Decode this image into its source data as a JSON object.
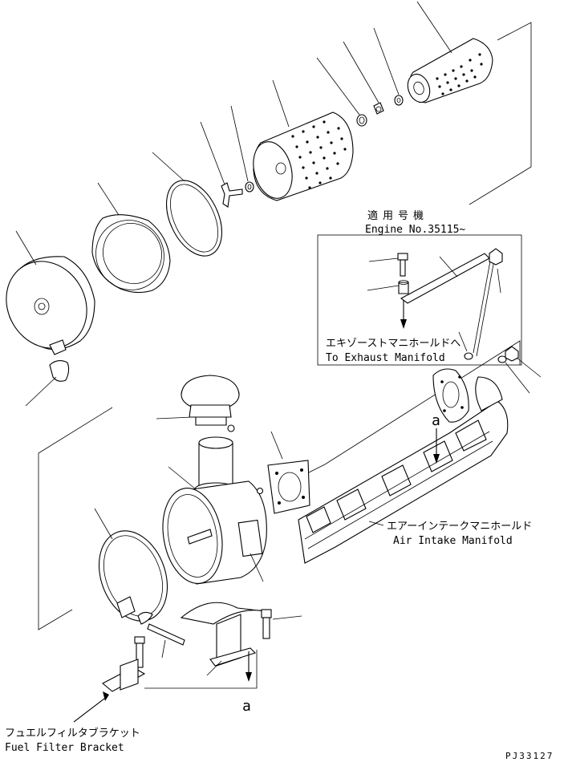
{
  "labels": {
    "applicable_jp": "適用号機",
    "engine_no": "Engine No.35115~",
    "exhaust_jp": "エキゾーストマニホールドへ",
    "exhaust_en": "To Exhaust Manifold",
    "intake_jp": "エアーインテークマニホールド",
    "intake_en": "Air Intake Manifold",
    "bracket_jp": "フュエルフィルタブラケット",
    "bracket_en": "Fuel Filter Bracket",
    "view_a_top": "a",
    "view_a_bottom": "a",
    "drawing_id": "PJ33127"
  }
}
